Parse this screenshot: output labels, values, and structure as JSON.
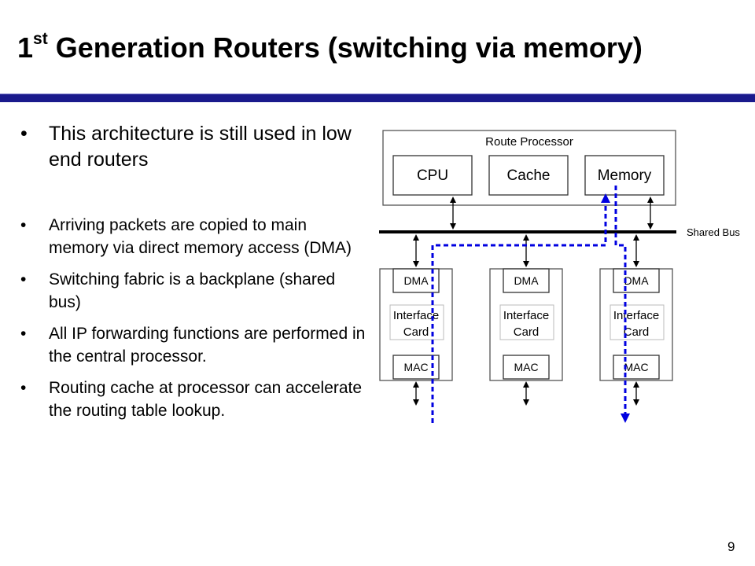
{
  "slide": {
    "title_prefix": "1",
    "title_superscript": "st",
    "title_rest": " Generation Routers (switching via memory)",
    "page_number": "9",
    "accent_color": "#1a1a8c"
  },
  "bullets": [
    "This architecture is still used in low end routers",
    "Arriving packets are copied to main memory via direct memory access (DMA)",
    "Switching fabric  is a backplane (shared bus)",
    "All IP forwarding functions are performed in the central processor.",
    "Routing cache at processor can accelerate the routing table lookup."
  ],
  "diagram": {
    "route_processor_label": "Route Processor",
    "cpu_label": "CPU",
    "cache_label": "Cache",
    "memory_label": "Memory",
    "shared_bus_label": "Shared Bus",
    "cards": [
      {
        "dma": "DMA",
        "interface_line1": "Interface",
        "interface_line2": "Card",
        "mac": "MAC"
      },
      {
        "dma": "DMA",
        "interface_line1": "Interface",
        "interface_line2": "Card",
        "mac": "MAC"
      },
      {
        "dma": "DMA",
        "interface_line1": "Interface",
        "interface_line2": "Card",
        "mac": "MAC"
      }
    ],
    "packet_path_color": "#0000e0"
  }
}
